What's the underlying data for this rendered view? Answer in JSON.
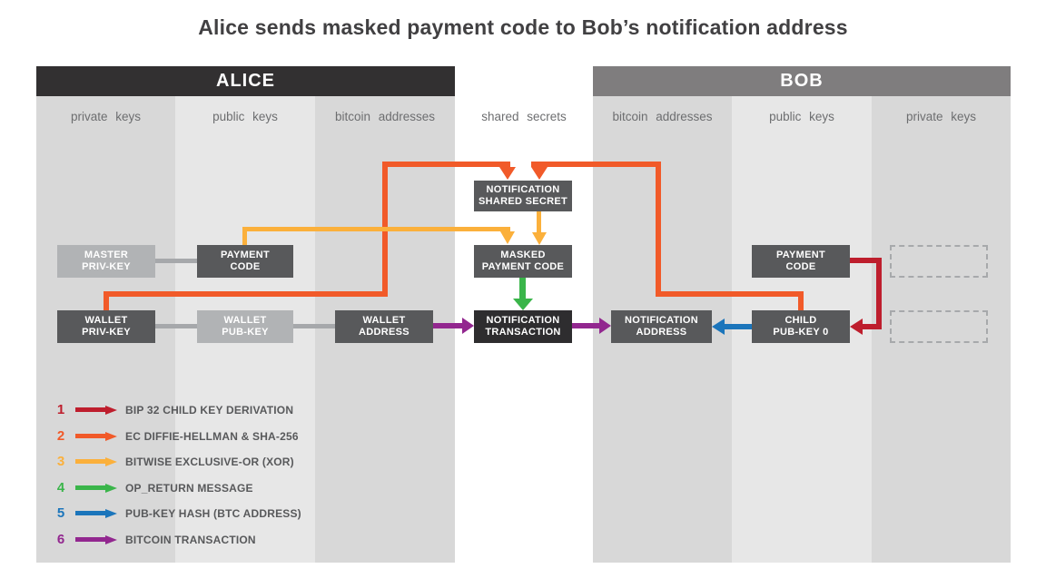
{
  "title": "Alice sends masked payment code to Bob’s notification address",
  "alice": {
    "header": "ALICE",
    "columns": [
      "private keys",
      "public keys",
      "bitcoin addresses"
    ]
  },
  "middle": {
    "column": "shared secrets"
  },
  "bob": {
    "header": "BOB",
    "columns": [
      "bitcoin addresses",
      "public keys",
      "private keys"
    ]
  },
  "boxes": {
    "master_priv_key": {
      "line1": "MASTER",
      "line2": "PRIV-KEY"
    },
    "payment_code_alice": {
      "line1": "PAYMENT",
      "line2": "CODE"
    },
    "wallet_priv_key": {
      "line1": "WALLET",
      "line2": "PRIV-KEY"
    },
    "wallet_pub_key": {
      "line1": "WALLET",
      "line2": "PUB-KEY"
    },
    "wallet_address": {
      "line1": "WALLET",
      "line2": "ADDRESS"
    },
    "notification_shared_secret": {
      "line1": "NOTIFICATION",
      "line2": "SHARED SECRET"
    },
    "masked_payment_code": {
      "line1": "MASKED",
      "line2": "PAYMENT CODE"
    },
    "notification_transaction": {
      "line1": "NOTIFICATION",
      "line2": "TRANSACTION"
    },
    "notification_address": {
      "line1": "NOTIFICATION",
      "line2": "ADDRESS"
    },
    "payment_code_bob": {
      "line1": "PAYMENT",
      "line2": "CODE"
    },
    "child_pub_key_0": {
      "line1": "CHILD",
      "line2": "PUB-KEY 0"
    }
  },
  "legend": [
    {
      "num": "1",
      "label": "BIP 32 CHILD KEY DERIVATION",
      "color": "#be1e2d"
    },
    {
      "num": "2",
      "label": "EC DIFFIE-HELLMAN & SHA-256",
      "color": "#f15a29"
    },
    {
      "num": "3",
      "label": "BITWISE EXCLUSIVE-OR (XOR)",
      "color": "#fbb03b"
    },
    {
      "num": "4",
      "label": "OP_RETURN MESSAGE",
      "color": "#3ab54a"
    },
    {
      "num": "5",
      "label": "PUB-KEY HASH (BTC ADDRESS)",
      "color": "#1b75bb"
    },
    {
      "num": "6",
      "label": "BITCOIN TRANSACTION",
      "color": "#92278f"
    }
  ],
  "colors": {
    "red": "#be1e2d",
    "orange": "#f15a29",
    "amber": "#fbb03b",
    "green": "#3ab54a",
    "blue": "#1b75bb",
    "purple": "#92278f",
    "dark_box": "#58595b",
    "light_box": "#b1b3b5",
    "black_box": "#2e2d2f",
    "alice_header_bg": "#323031",
    "bob_header_bg": "#7f7d7e",
    "column_dark": "#d8d8d8",
    "column_light": "#e7e7e7",
    "connector_gray": "#a6a8ab"
  }
}
